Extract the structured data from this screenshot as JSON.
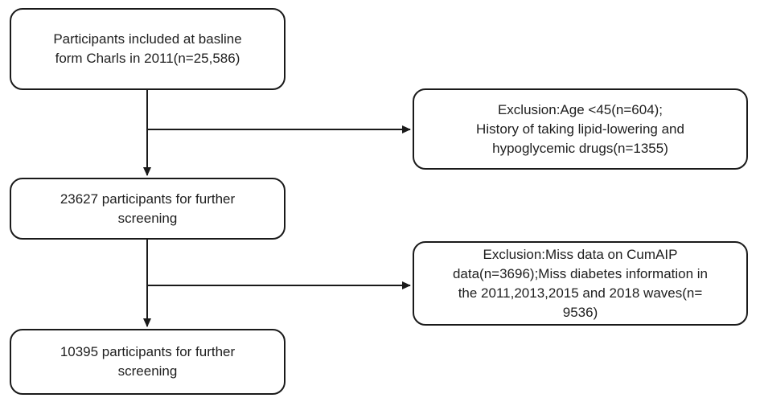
{
  "theme": {
    "background": "#ffffff",
    "box_border": "#1a1a1a",
    "box_fill": "#ffffff",
    "line_color": "#1a1a1a",
    "text_color": "#1f1f1f"
  },
  "flow": {
    "boxes": {
      "baseline": {
        "text": "Participants included at basline\nform Charls in 2011(n=25,586)"
      },
      "exclusion1": {
        "text": "Exclusion:Age <45(n=604);\nHistory of taking lipid-lowering and\nhypoglycemic drugs(n=1355)"
      },
      "screening1": {
        "text": "23627 participants for further\nscreening"
      },
      "exclusion2": {
        "text": "Exclusion:Miss data on CumAIP\ndata(n=3696);Miss diabetes information in\nthe 2011,2013,2015 and 2018 waves(n=\n9536)"
      },
      "screening2": {
        "text": "10395 participants for further\nscreening"
      }
    }
  }
}
